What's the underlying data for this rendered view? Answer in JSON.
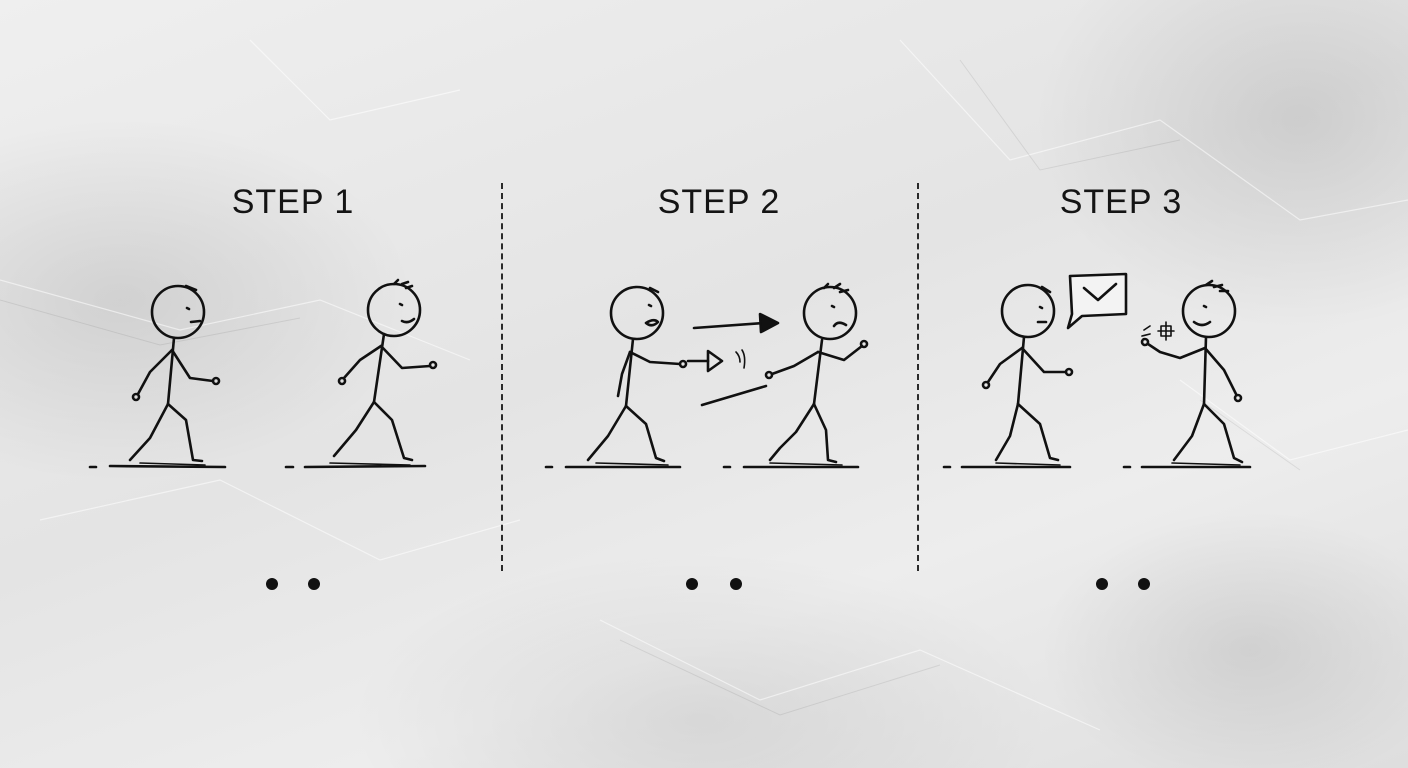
{
  "steps": [
    {
      "title": "STEP 1"
    },
    {
      "title": "STEP 2"
    },
    {
      "title": "STEP 3"
    }
  ],
  "icons": {
    "step2_arrow": "arrow-right-icon",
    "step3_message": "envelope-icon",
    "step3_received": "device-icon"
  },
  "colors": {
    "ink": "#111111",
    "paper": "#e9e9e9"
  }
}
